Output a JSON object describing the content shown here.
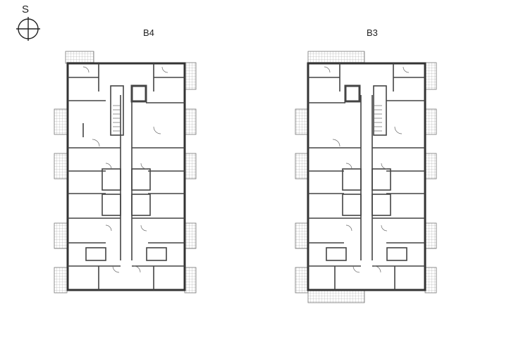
{
  "compass": {
    "letter": "S",
    "icon": "compass-rose-icon"
  },
  "buildings": [
    {
      "id": "b4",
      "label": "B4"
    },
    {
      "id": "b3",
      "label": "B3"
    }
  ],
  "colors": {
    "wall": "#333333",
    "balcony": "#8a8a8a",
    "background": "#ffffff"
  }
}
